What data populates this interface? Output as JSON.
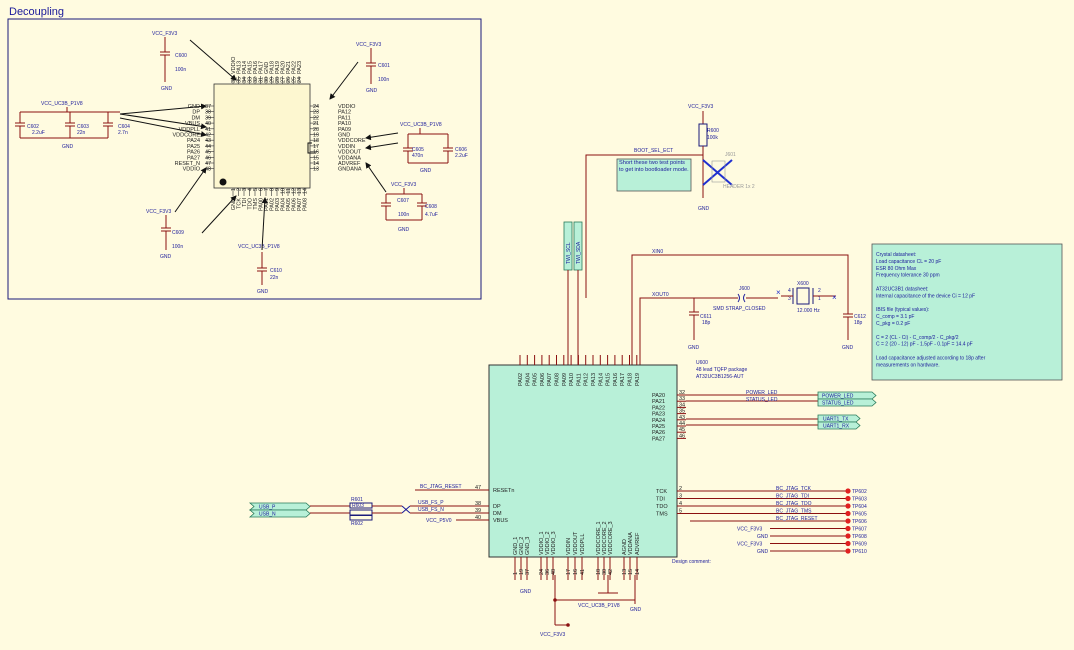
{
  "decoupling": {
    "title": "Decoupling",
    "vcc_f3v3_a": "VCC_F3V3",
    "vcc_f3v3_b": "VCC_F3V3",
    "vcc_f3v3_c": "VCC_F3V3",
    "vcc_f3v3_d": "VCC_F3V3",
    "vcc_ucb_1": "VCC_UC3B_P1V8",
    "vcc_ucb_2": "VCC_UC3B_P1V8",
    "vcc_ucb_3": "VCC_UC3B_P1V8",
    "caps": [
      {
        "ref": "C600",
        "val": "100n"
      },
      {
        "ref": "C601",
        "val": "100n"
      },
      {
        "ref": "C602",
        "val": "2.2uF"
      },
      {
        "ref": "C603",
        "val": "22n"
      },
      {
        "ref": "C604",
        "val": "2.7n"
      },
      {
        "ref": "C605",
        "val": "470n"
      },
      {
        "ref": "C606",
        "val": "2.2uF"
      },
      {
        "ref": "C607",
        "val": "100n"
      },
      {
        "ref": "C608",
        "val": "4.7uF"
      },
      {
        "ref": "C609",
        "val": "100n"
      },
      {
        "ref": "C610",
        "val": "22n"
      }
    ],
    "gnd": "GND",
    "left_pins": [
      {
        "name": "GND",
        "num": "37"
      },
      {
        "name": "DP",
        "num": "38"
      },
      {
        "name": "DM",
        "num": "39"
      },
      {
        "name": "VBUS",
        "num": "40"
      },
      {
        "name": "VDDPLL",
        "num": "41"
      },
      {
        "name": "VDDCORE",
        "num": "42"
      },
      {
        "name": "PA24",
        "num": "43"
      },
      {
        "name": "PA25",
        "num": "44"
      },
      {
        "name": "PA26",
        "num": "45"
      },
      {
        "name": "PA27",
        "num": "46"
      },
      {
        "name": "RESET_N",
        "num": "47"
      },
      {
        "name": "VDDIO",
        "num": "48"
      }
    ],
    "right_pins": [
      {
        "num": "24",
        "name": "VDDIO"
      },
      {
        "num": "23",
        "name": "PA12"
      },
      {
        "num": "22",
        "name": "PA11"
      },
      {
        "num": "21",
        "name": "PA10"
      },
      {
        "num": "20",
        "name": "PA09"
      },
      {
        "num": "19",
        "name": "GND"
      },
      {
        "num": "18",
        "name": "VDDCORE"
      },
      {
        "num": "17",
        "name": "VDDIN"
      },
      {
        "num": "16",
        "name": "VDDOUT"
      },
      {
        "num": "15",
        "name": "VDDANA"
      },
      {
        "num": "14",
        "name": "ADVREF"
      },
      {
        "num": "13",
        "name": "GNDANA"
      }
    ],
    "top_pins": [
      "VDDIO",
      "PA13",
      "PA14",
      "PA15",
      "PA16",
      "PA17",
      "GND",
      "PA18",
      "PA19",
      "PA20",
      "PA21",
      "PA22",
      "PA23"
    ],
    "bottom_pins": [
      "GND",
      "TCK",
      "TDI",
      "TDO",
      "TMS",
      "PA00",
      "PA01",
      "PA02",
      "PA03",
      "PA04",
      "PA05",
      "PA06",
      "PA07",
      "PA08"
    ]
  },
  "boot": {
    "vcc": "VCC_F3V3",
    "r_ref": "R600",
    "r_val": "100k",
    "net": "BOOT_SEL_ECT",
    "note": "Short these two test points to get into bootloader mode.",
    "j_ref": "J601",
    "j_label": "HEADER 1x 2",
    "gnd": "GND"
  },
  "i2c": {
    "scl": "TWI_SCL",
    "sda": "TWI_SDA"
  },
  "crystal": {
    "xin": "XIN0",
    "xout": "XOUT0",
    "j_ref": "J600",
    "j_label": "SMD STRAP_CLOSED",
    "x_ref": "X600",
    "x_freq": "12.000 Hz",
    "c1_ref": "C611",
    "c1_val": "18p",
    "c2_ref": "C612",
    "c2_val": "18p",
    "gnd": "GND",
    "pin_nums": [
      "4",
      "3",
      "2",
      "1"
    ]
  },
  "datasheet_note": {
    "lines": [
      "Crystal datasheet:",
      "Load capacitance CL = 20 pF",
      "ESR 80 Ohm Max",
      "Frequency tolerance 30 ppm",
      "",
      "AT32UC3B1 datasheet:",
      "Internal capacitance of the device Ci = 12 pF",
      "",
      "IBIS file (typical values):",
      "C_comp = 3.1 pF",
      "C_pkg = 0.2 pF",
      "",
      "C = 2 (CL - Ci) - C_comp/2 - C_pkg/2",
      "C = 2 (20 - 12) pF - 1.5pF - 0.1pF = 14.4 pF",
      "",
      "Load capacitance adjusted according to 18p after measurements on hardware."
    ]
  },
  "mcu": {
    "ref": "U600",
    "desc1": "48 lead TQFP package",
    "desc2": "AT32UC3B1256-AUT",
    "top_pins": [
      "PA02",
      "PA04",
      "PA05",
      "PA06",
      "PA07",
      "PA08",
      "PA09",
      "PA10",
      "PA11",
      "PA12",
      "PA13",
      "PA14",
      "PA15",
      "PA16",
      "PA17",
      "PA18",
      "PA19"
    ],
    "right_pins": [
      {
        "name": "PA20",
        "num": "32"
      },
      {
        "name": "PA21",
        "num": "33"
      },
      {
        "name": "PA22",
        "num": "34"
      },
      {
        "name": "PA23",
        "num": "35"
      },
      {
        "name": "PA24",
        "num": "43"
      },
      {
        "name": "PA25",
        "num": "44"
      },
      {
        "name": "PA26",
        "num": "45"
      },
      {
        "name": "PA27",
        "num": "46"
      }
    ],
    "left_pins": [
      {
        "name": "RESETn",
        "num": "47"
      },
      {
        "name": "DP",
        "num": "38"
      },
      {
        "name": "DM",
        "num": "39"
      },
      {
        "name": "VBUS",
        "num": "40"
      }
    ],
    "jtag_pins": [
      {
        "name": "TCK",
        "num": "2"
      },
      {
        "name": "TDI",
        "num": "3"
      },
      {
        "name": "TDO",
        "num": "4"
      },
      {
        "name": "TMS",
        "num": "5"
      }
    ],
    "bottom_pins": [
      "GND_1",
      "GND_2",
      "GND_3",
      "VDDIO_1",
      "VDDIO_2",
      "VDDIO_3",
      "VDDIN",
      "VDDOUT",
      "VDDPLL",
      "VDDCORE_1",
      "VDDCORE_2",
      "VDDCORE_3",
      "AGND",
      "VDDANA",
      "ADVREF"
    ],
    "bottom_nums": [
      "1",
      "19",
      "37",
      "24",
      "36",
      "48",
      "17",
      "16",
      "41",
      "18",
      "30",
      "42",
      "13",
      "15",
      "14"
    ],
    "design_comment": "Design comment:",
    "vcc_ucb": "VCC_UC3B_P1V8",
    "vcc_f3v3": "VCC_F3V3",
    "gnd": "GND"
  },
  "leds": {
    "power_net": "POWER_LED",
    "power_port": "POWER_LED",
    "status_net": "STATUS_LED",
    "status_port": "STATUS_LED",
    "uart_tx": "UART1_TX",
    "uart_rx": "UART1_RX"
  },
  "usb": {
    "usb_p": "USB_P",
    "usb_n": "USB_N",
    "r_refs": [
      "R601",
      "R603",
      "R602"
    ],
    "fs_p": "USB_FS_P",
    "fs_n": "USB_FS_N",
    "vbus_net": "VCC_P5V0",
    "reset_net": "BC_JTAG_RESET"
  },
  "jtag": {
    "nets": [
      "BC_JTAG_TCK",
      "BC_JTAG_TDI",
      "BC_JTAG_TDO",
      "BC_JTAG_TMS",
      "BC_JTAG_RESET"
    ],
    "extra": [
      "VCC_F3V3",
      "GND",
      "VCC_F3V3",
      "GND"
    ],
    "tps": [
      "TP602",
      "TP603",
      "TP604",
      "TP605",
      "TP606",
      "TP607",
      "TP608",
      "TP609",
      "TP610"
    ]
  },
  "colors": {
    "background": "#fffbe0",
    "wire": "#8b1010",
    "text": "#1a1a9a",
    "note_fill": "#b8f0d8",
    "chip_fill": "#b8f0d8"
  }
}
